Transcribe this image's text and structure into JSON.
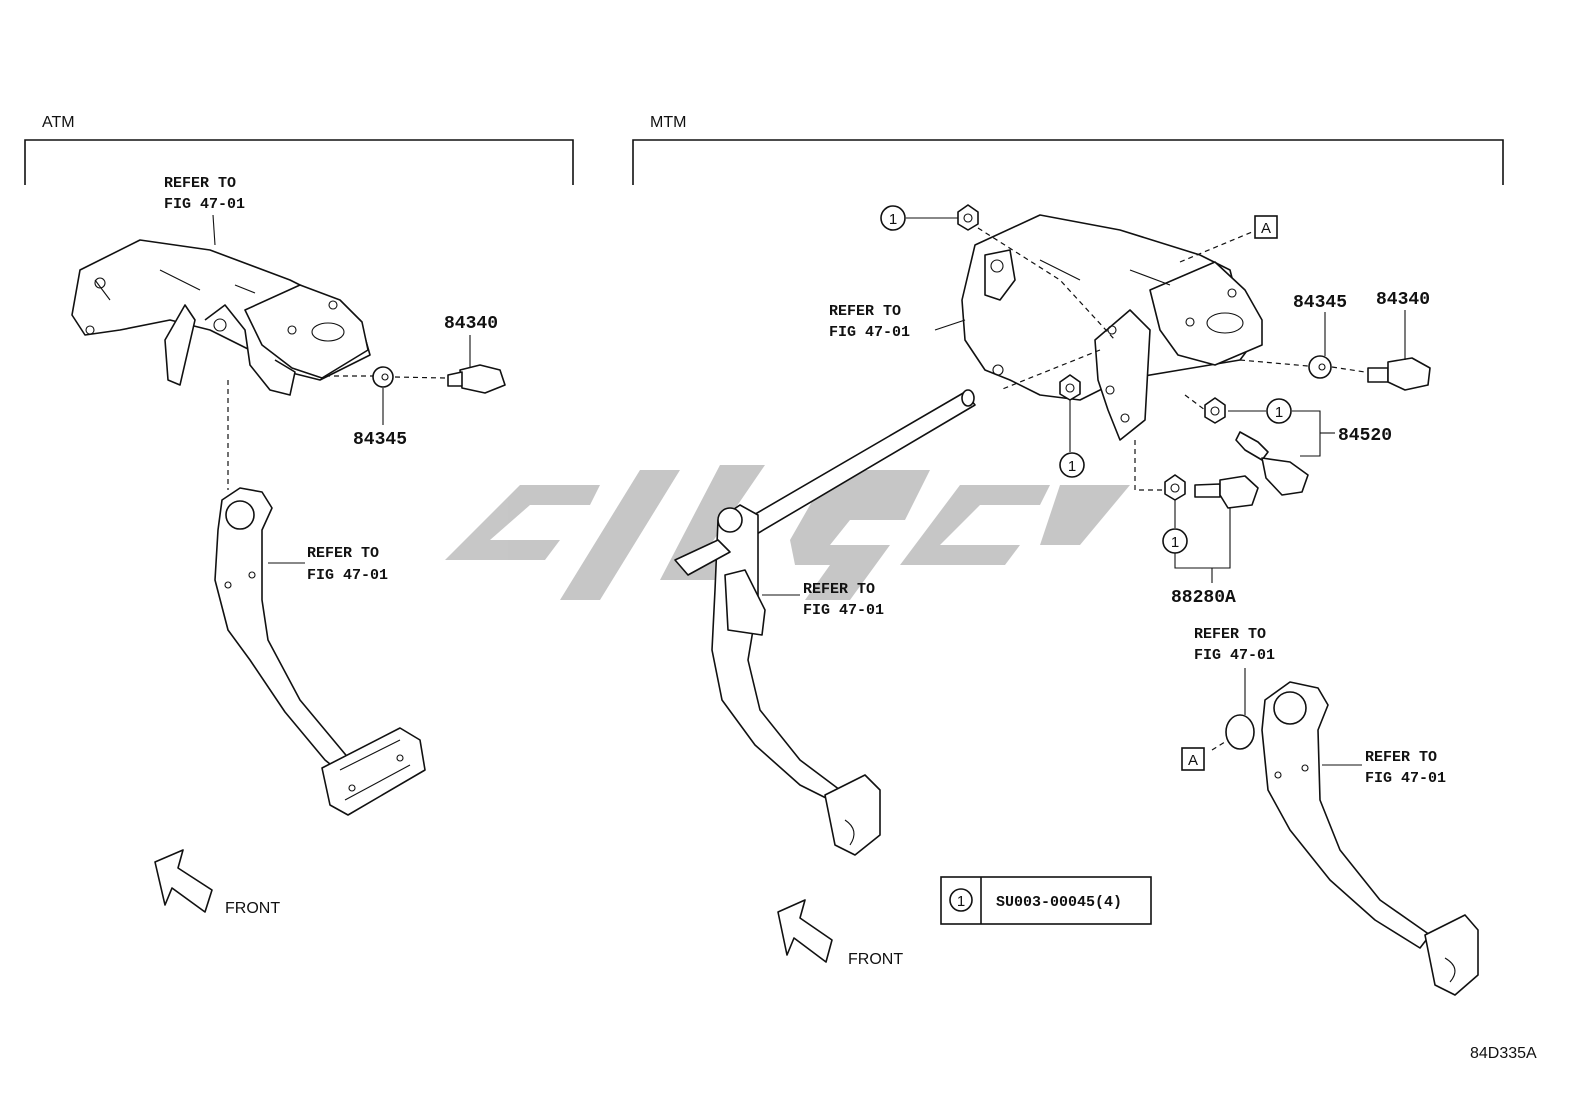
{
  "sections": {
    "atm": {
      "label": "ATM"
    },
    "mtm": {
      "label": "MTM"
    }
  },
  "callouts": {
    "refer": "REFER TO",
    "fig": "FIG 47-01"
  },
  "parts": {
    "p84340": "84340",
    "p84345": "84345",
    "p84520": "84520",
    "p88280a": "88280A"
  },
  "markers": {
    "circle_one": "1",
    "box_a": "A"
  },
  "legend": {
    "index": "1",
    "code": "SU003-00045(4)"
  },
  "front_label": "FRONT",
  "diagram_id": "84D335A"
}
